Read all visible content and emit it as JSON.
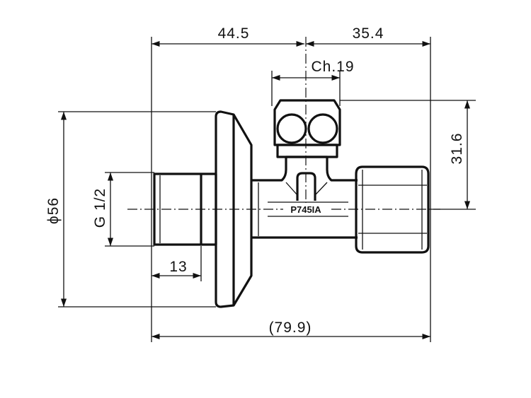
{
  "drawing": {
    "dimensions": {
      "inlet_to_axis": "44.5",
      "axis_to_outlet": "35.4",
      "wrench_size": "Ch.19",
      "height": "31.6",
      "flange_diameter": "ϕ56",
      "thread": "G 1/2",
      "thread_length": "13",
      "overall_length": "(79.9)"
    },
    "part_marking": "P745IA",
    "line_color": "#111111"
  }
}
